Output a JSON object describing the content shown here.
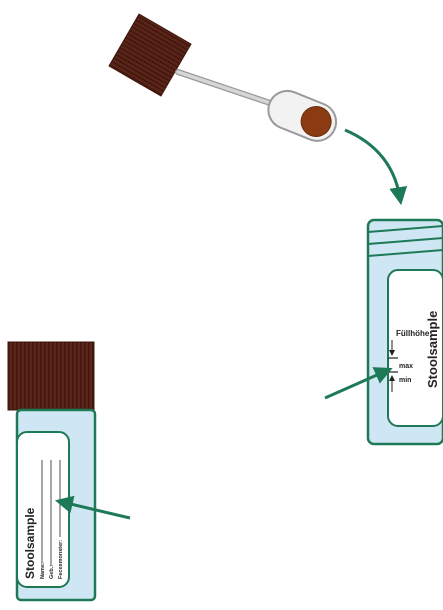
{
  "colors": {
    "cap_brown": "#5b2418",
    "cap_stripe": "#3e160e",
    "tube_fill": "#cfe6f4",
    "tube_outline": "#1e7a56",
    "label_fill": "#ffffff",
    "arrow_green": "#1e7a56",
    "sample_brown": "#8a3b12",
    "spoon_grey": "#c8c8c8",
    "spoon_outline": "#9a9a9a"
  },
  "icons": [
    "scoop-cap-icon",
    "green-arrow-icon",
    "stool-sample-tube-icon"
  ],
  "tube_right": {
    "label_title": "Stoolsample",
    "fill_level_label": "Füllhöhe",
    "max_label": "max",
    "min_label": "min"
  },
  "tube_left": {
    "label_title": "Stoolsample",
    "field_name": "Name:",
    "field_birth": "Geb.:",
    "field_sample_amount": "Fecesmonster:"
  }
}
